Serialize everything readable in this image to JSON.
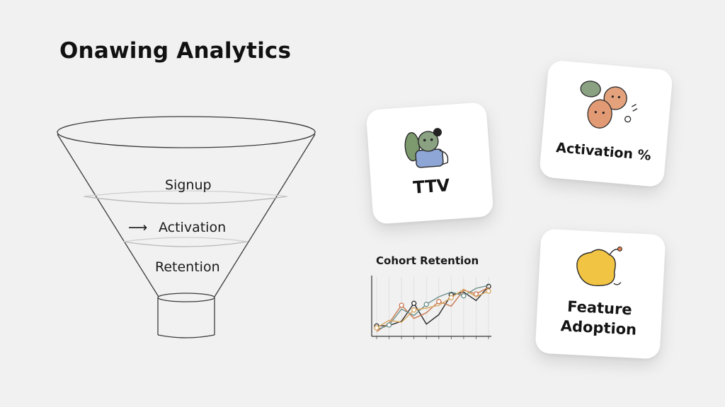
{
  "title": "Onawing Analytics",
  "funnel": {
    "stages": [
      "Signup",
      "Activation",
      "Retention"
    ],
    "arrow": "⟶"
  },
  "cards": {
    "ttv": {
      "label": "TTV",
      "icon": "ttv-character-icon"
    },
    "activation": {
      "label": "Activation %",
      "icon": "activation-characters-icon"
    },
    "feature_adoption": {
      "label_line1": "Feature",
      "label_line2": "Adoption",
      "icon": "feature-blob-icon"
    }
  },
  "chart_data": {
    "type": "line",
    "title": "Cohort Retention",
    "xlabel": "",
    "ylabel": "",
    "grid": true,
    "legend": "none",
    "x": [
      1,
      2,
      3,
      4,
      5,
      6,
      7,
      8,
      9,
      10
    ],
    "series": [
      {
        "color": "#2b2b2b",
        "values": [
          0.8,
          0.85,
          1.3,
          3.2,
          1.0,
          2.0,
          4.1,
          4.4,
          3.5,
          5.0
        ]
      },
      {
        "color": "#c9784f",
        "values": [
          0.2,
          1.1,
          3.0,
          1.6,
          2.2,
          3.4,
          2.9,
          4.6,
          4.2,
          4.9
        ]
      },
      {
        "color": "#6d8f8a",
        "values": [
          0.4,
          0.9,
          2.6,
          1.9,
          3.1,
          3.9,
          4.4,
          4.0,
          4.8,
          5.1
        ]
      },
      {
        "color": "#d8a55c",
        "values": [
          0.6,
          1.4,
          1.2,
          2.5,
          2.7,
          3.0,
          3.8,
          4.7,
          3.9,
          4.5
        ]
      }
    ],
    "ylim": [
      0,
      6
    ]
  }
}
